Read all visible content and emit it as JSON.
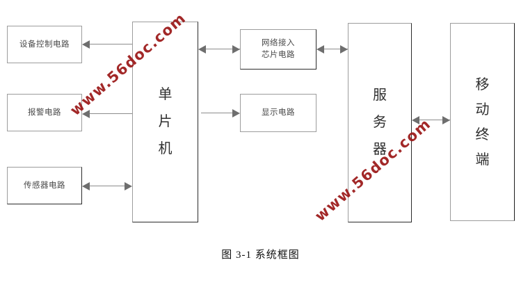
{
  "figure": {
    "caption": "图 3-1  系统框图",
    "watermark_text": "www.56doc.com",
    "watermark_color": "#9b1616",
    "box_border_color": "#9c9c9c",
    "connector_color": "#8c8c8c",
    "background": "#ffffff"
  },
  "blocks": {
    "device_control": {
      "label": "设备控制电路"
    },
    "alarm": {
      "label": "报警电路"
    },
    "sensor": {
      "label": "传感器电路"
    },
    "mcu": {
      "label": "单\n片\n机"
    },
    "network_chip": {
      "label": "网络接入\n芯片电路"
    },
    "display": {
      "label": "显示电路"
    },
    "server": {
      "label": "服\n务\n器"
    },
    "mobile_terminal": {
      "label": "移\n动\n终\n端"
    }
  },
  "connections": [
    {
      "from": "mcu",
      "to": "device_control",
      "direction": "one-way"
    },
    {
      "from": "mcu",
      "to": "alarm",
      "direction": "one-way"
    },
    {
      "from": "sensor",
      "to": "mcu",
      "direction": "two-way"
    },
    {
      "from": "mcu",
      "to": "network_chip",
      "direction": "two-way"
    },
    {
      "from": "mcu",
      "to": "display",
      "direction": "one-way"
    },
    {
      "from": "network_chip",
      "to": "server",
      "direction": "two-way"
    },
    {
      "from": "server",
      "to": "mobile_terminal",
      "direction": "two-way"
    }
  ]
}
